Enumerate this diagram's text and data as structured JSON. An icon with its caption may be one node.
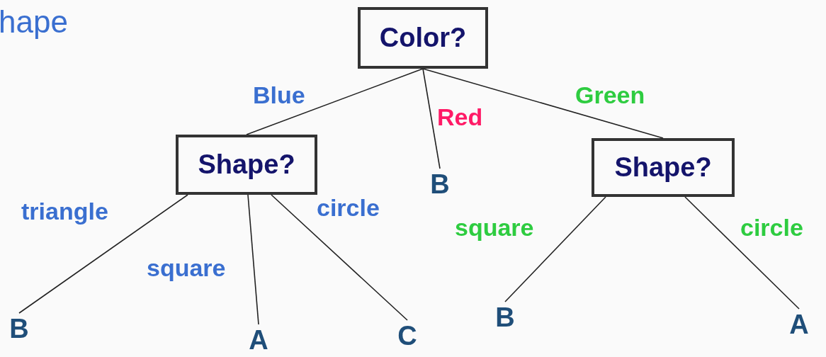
{
  "diagram": {
    "nodes": [
      {
        "text": [
          "Color?"
        ]
      },
      {
        "text": [
          "Shape?"
        ]
      },
      {
        "text": [
          "B"
        ]
      },
      {
        "text": [
          "Shape?"
        ]
      },
      {
        "text": [
          "B"
        ]
      },
      {
        "text": [
          "A"
        ]
      },
      {
        "text": [
          "C"
        ]
      },
      {
        "text": [
          "B"
        ]
      },
      {
        "text": [
          "A"
        ]
      }
    ],
    "edges": [
      {
        "from": 0,
        "to": 1,
        "arrow": "none",
        "label": "Blue"
      },
      {
        "from": 0,
        "to": 2,
        "arrow": "none",
        "label": "Red"
      },
      {
        "from": 0,
        "to": 3,
        "arrow": "none",
        "label": "Green"
      },
      {
        "from": 1,
        "to": 4,
        "arrow": "none",
        "label": "triangle"
      },
      {
        "from": 1,
        "to": 5,
        "arrow": "none",
        "label": "square"
      },
      {
        "from": 1,
        "to": 6,
        "arrow": "none",
        "label": "circle"
      },
      {
        "from": 3,
        "to": 7,
        "arrow": "none",
        "label": "square"
      },
      {
        "from": 3,
        "to": 8,
        "arrow": "none",
        "label": "circle"
      }
    ],
    "labels": [
      "hape"
    ]
  }
}
